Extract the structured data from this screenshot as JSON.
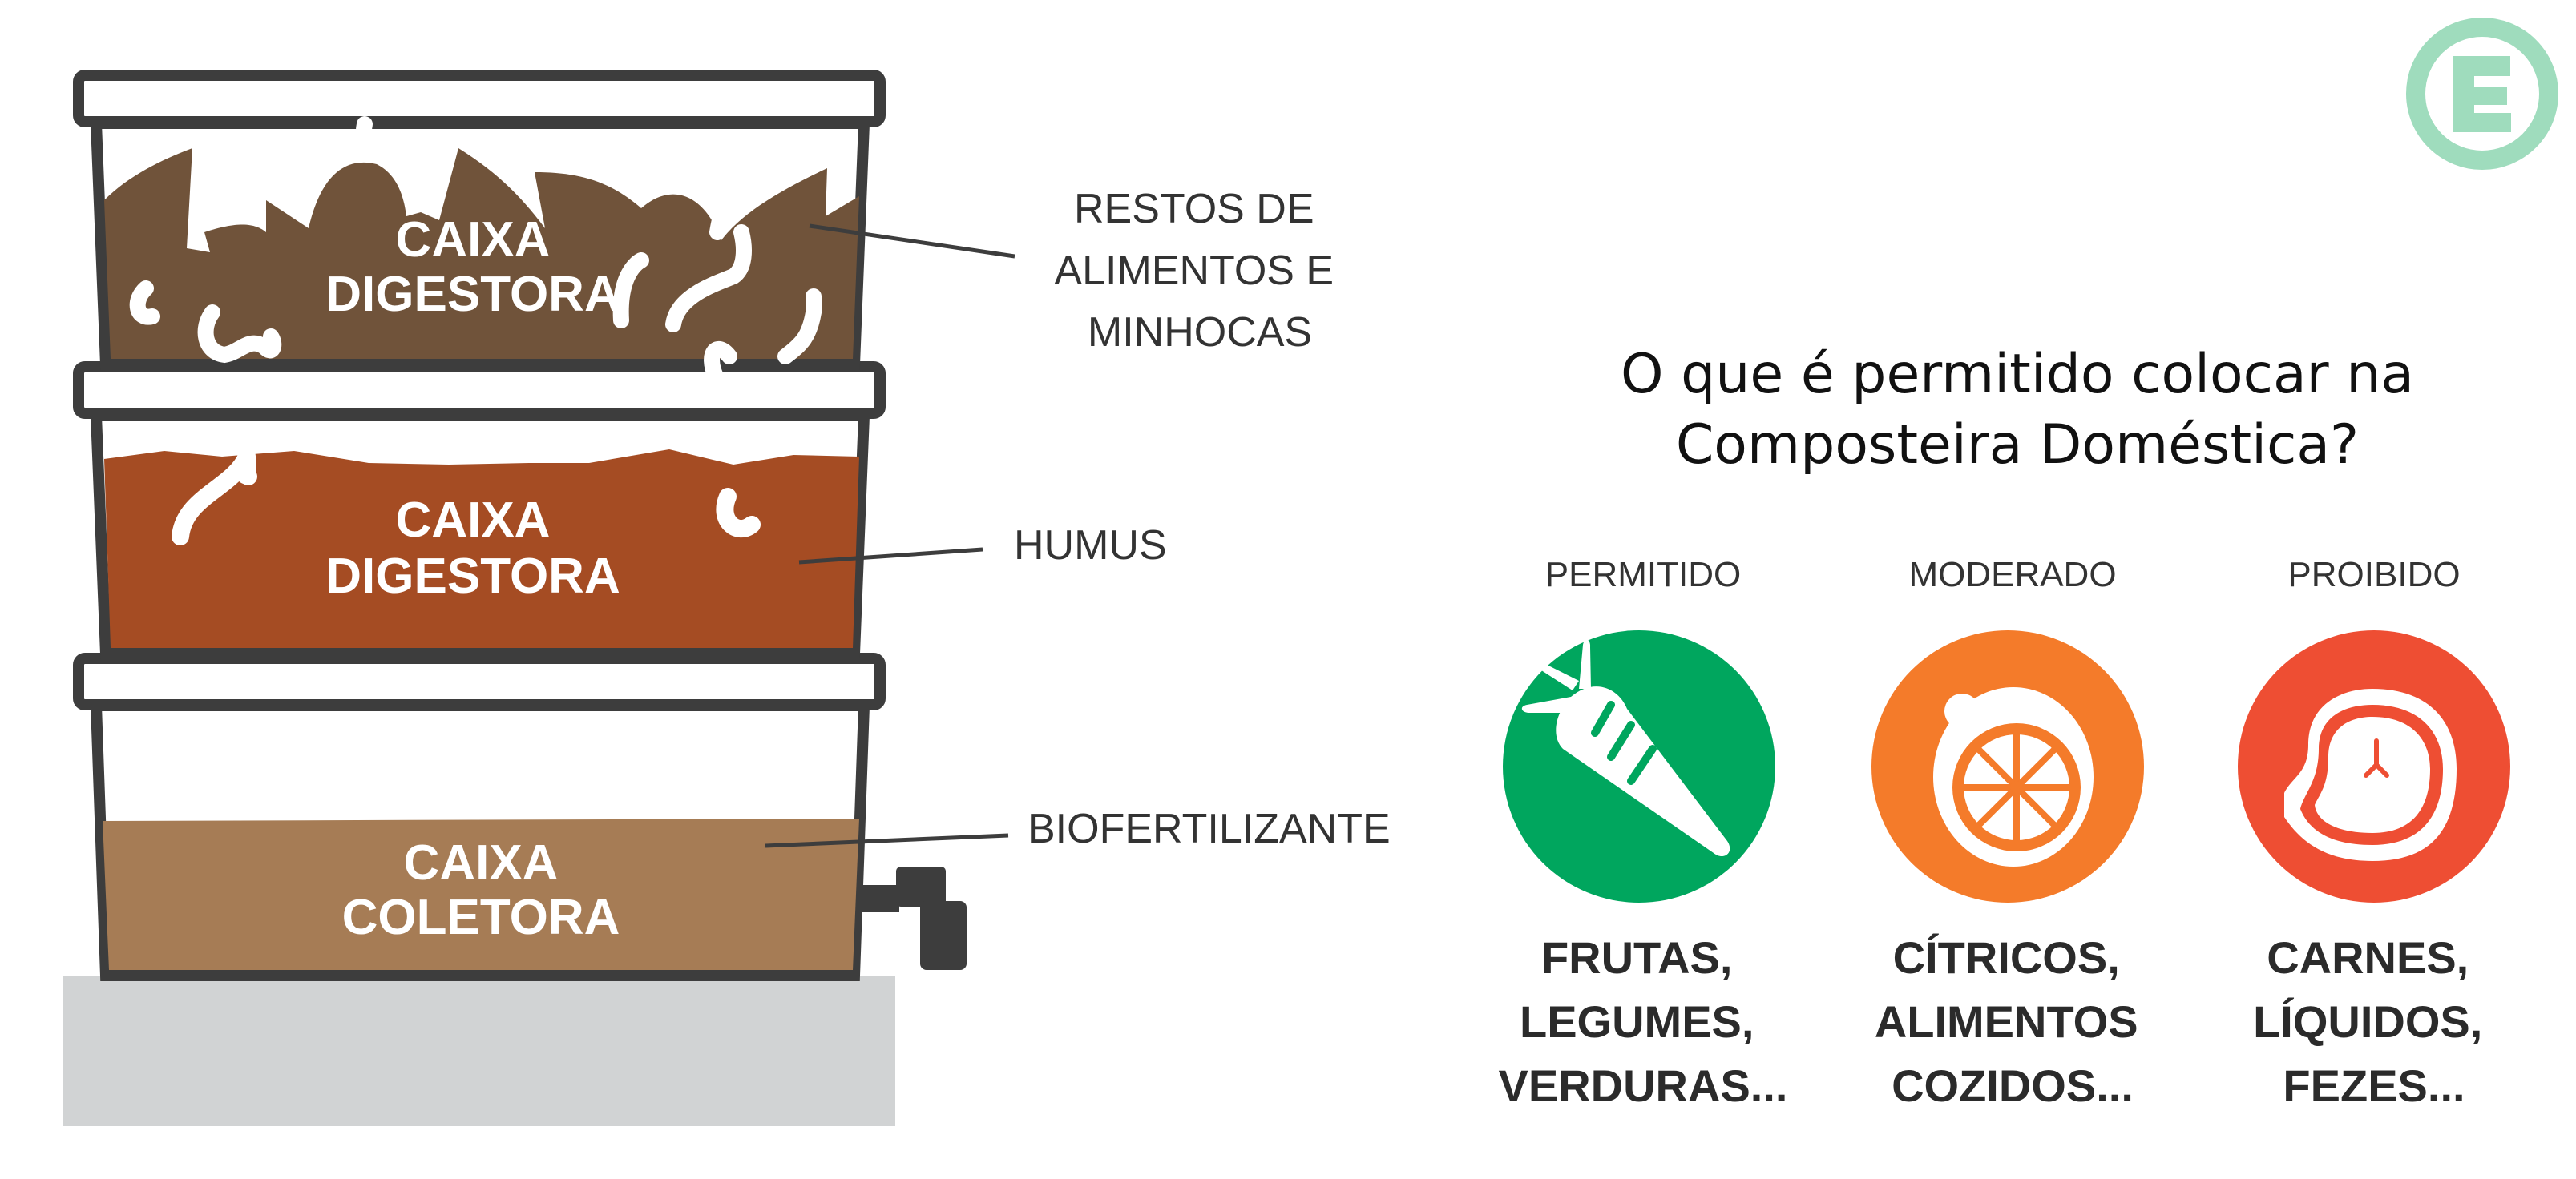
{
  "logo": {
    "letter": "E",
    "color": "#9fdcbd"
  },
  "bin": {
    "boxes": [
      {
        "line1": "CAIXA",
        "line2": "DIGESTORA",
        "fill": "#70533a"
      },
      {
        "line1": "CAIXA",
        "line2": "DIGESTORA",
        "fill": "#a54c23"
      },
      {
        "line1": "CAIXA",
        "line2": "COLETORA",
        "fill": "#a67c55"
      }
    ],
    "callouts": [
      {
        "lines": [
          "RESTOS DE",
          "ALIMENTOS E",
          "MINHOCAS"
        ]
      },
      {
        "lines": [
          "HUMUS"
        ]
      },
      {
        "lines": [
          "BIOFERTILIZANTE"
        ]
      }
    ]
  },
  "title": {
    "line1": "O que é permitido colocar na",
    "line2": "Composteira Doméstica?"
  },
  "categories": [
    {
      "label": "PERMITIDO",
      "icon": "carrot-icon",
      "color": "#00a65e",
      "examples": [
        "FRUTAS,",
        "LEGUMES,",
        "VERDURAS..."
      ]
    },
    {
      "label": "MODERADO",
      "icon": "orange-slice-icon",
      "color": "#f47b2a",
      "examples": [
        "CÍTRICOS,",
        "ALIMENTOS",
        "COZIDOS..."
      ]
    },
    {
      "label": "PROIBIDO",
      "icon": "steak-icon",
      "color": "#ee4e33",
      "examples": [
        "CARNES,",
        "LÍQUIDOS,",
        "FEZES..."
      ]
    }
  ]
}
